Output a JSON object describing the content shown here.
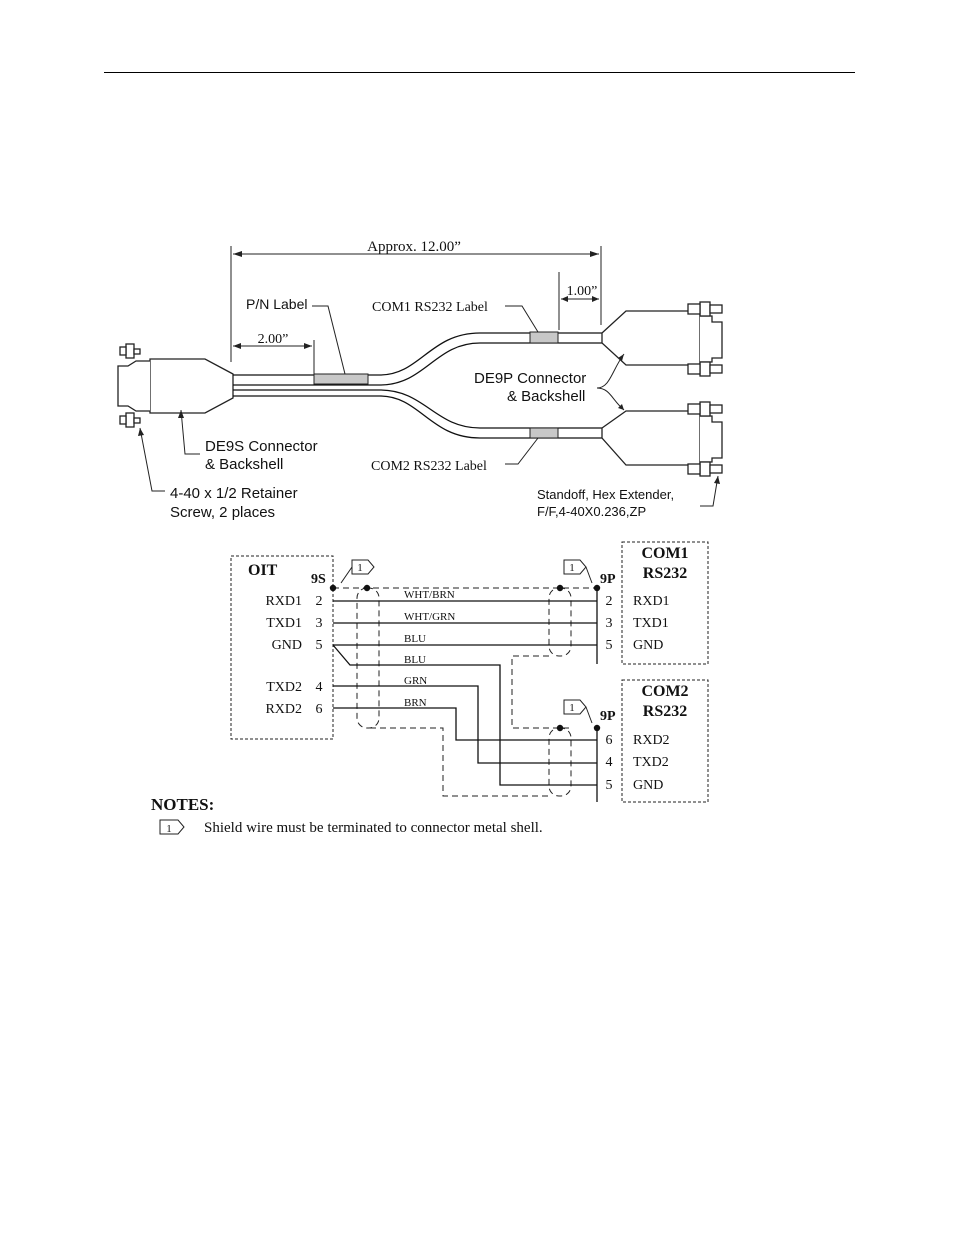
{
  "cable_drawing": {
    "dim_overall": "Approx. 12.00”",
    "dim_pn_offset": "2.00”",
    "dim_end_offset": "1.00”",
    "pn_label": "P/N Label",
    "com1_label": "COM1 RS232 Label",
    "com2_label": "COM2 RS232 Label",
    "de9s_line1": "DE9S Connector",
    "de9s_line2": "& Backshell",
    "de9p_line1": "DE9P Connector",
    "de9p_line2": "& Backshell",
    "screw_line1": "4-40 x 1/2 Retainer",
    "screw_line2": "Screw, 2 places",
    "standoff_line1": "Standoff, Hex Extender,",
    "standoff_line2": "F/F,4-40X0.236,ZP"
  },
  "schematic": {
    "oit": {
      "title": "OIT",
      "connector": "9S",
      "pins": [
        {
          "name": "RXD1",
          "num": "2"
        },
        {
          "name": "TXD1",
          "num": "3"
        },
        {
          "name": "GND",
          "num": "5"
        },
        {
          "name": "TXD2",
          "num": "4"
        },
        {
          "name": "RXD2",
          "num": "6"
        }
      ]
    },
    "com1": {
      "title_line1": "COM1",
      "title_line2": "RS232",
      "connector": "9P",
      "pins": [
        {
          "name": "RXD1",
          "num": "2"
        },
        {
          "name": "TXD1",
          "num": "3"
        },
        {
          "name": "GND",
          "num": "5"
        }
      ]
    },
    "com2": {
      "title_line1": "COM2",
      "title_line2": "RS232",
      "connector": "9P",
      "pins": [
        {
          "name": "RXD2",
          "num": "6"
        },
        {
          "name": "TXD2",
          "num": "4"
        },
        {
          "name": "GND",
          "num": "5"
        }
      ]
    },
    "wire_colors": [
      "WHT/BRN",
      "WHT/GRN",
      "BLU",
      "BLU",
      "GRN",
      "BRN"
    ],
    "flag": "1"
  },
  "notes": {
    "heading": "NOTES:",
    "flag": "1",
    "text": "Shield wire must be terminated to connector metal shell."
  }
}
